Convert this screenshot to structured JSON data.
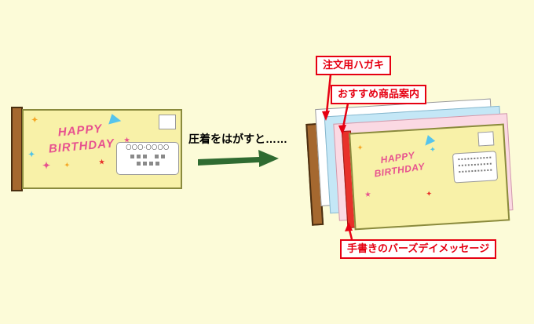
{
  "scene": {
    "caption": "圧着をはがすと……",
    "background_color": "#FCFBD8"
  },
  "card": {
    "greeting_line1": "HAPPY",
    "greeting_line2": "BIRTHDAY",
    "postal_code": "〇〇〇-〇〇〇〇"
  },
  "annotations": {
    "order_postcard": "注文用ハガキ",
    "product_guide": "おすすめ商品案内",
    "handwritten_message": "手書きのバーズデイメッセージ"
  },
  "icons": {
    "star_four_point": "✦",
    "star_five_point": "★"
  },
  "colors": {
    "accent_red": "#E60012",
    "arrow_green": "#2F6B31",
    "card_yellow": "#F8F1A8",
    "spine_brown": "#A5682F",
    "layer_blue": "#C4E7F6",
    "layer_pink": "#FBD9E3",
    "greeting_pink": "#E7518F"
  }
}
